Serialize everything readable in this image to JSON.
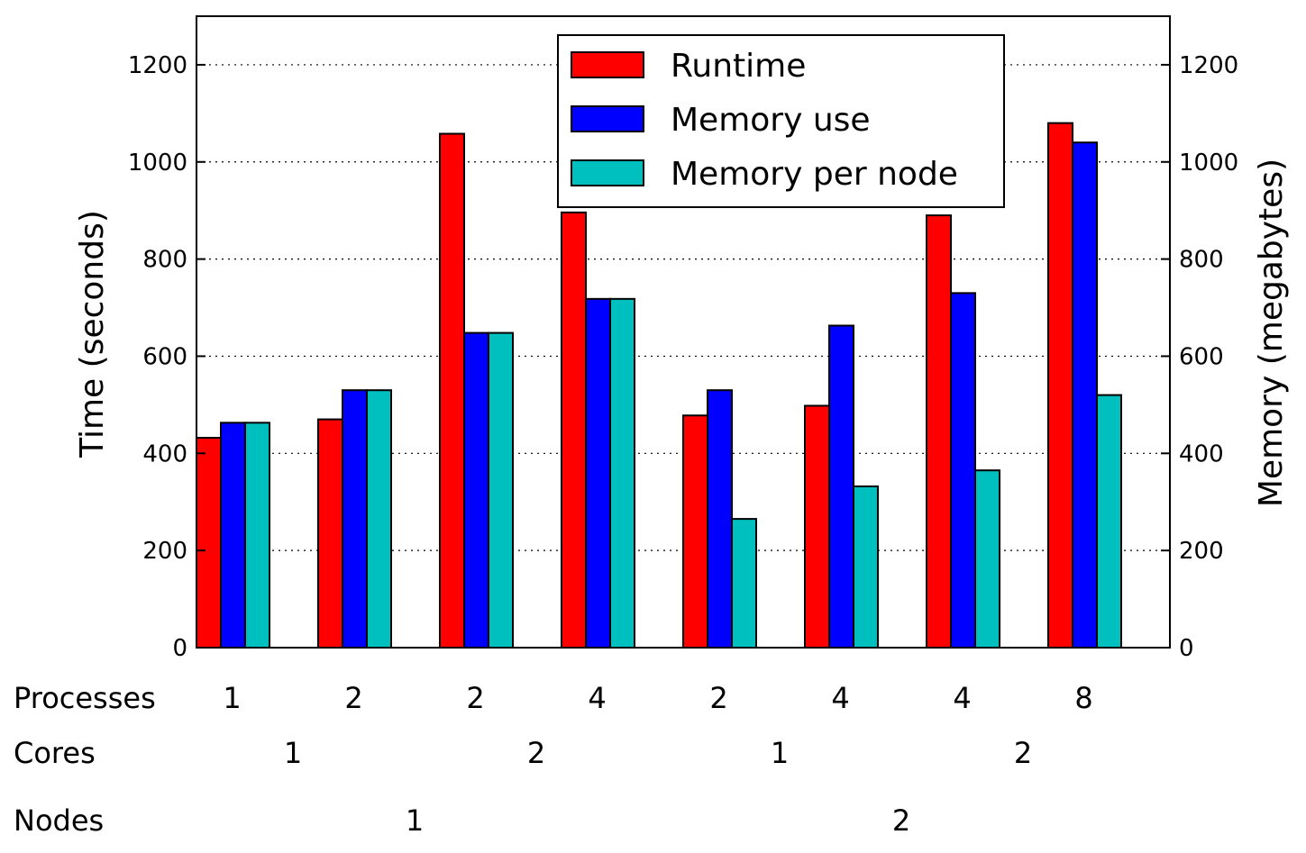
{
  "chart_data": {
    "type": "bar",
    "ylabel": "Time (seconds)",
    "y2label": "Memory (megabytes)",
    "ylim": [
      0,
      1300
    ],
    "y2lim": [
      0,
      1300
    ],
    "yticks": [
      0,
      200,
      400,
      600,
      800,
      1000,
      1200
    ],
    "y2ticks": [
      0,
      200,
      400,
      600,
      800,
      1000,
      1200
    ],
    "grid": "horizontal-dotted",
    "legend_position": "top-center",
    "series": [
      {
        "name": "Runtime",
        "color": "#ff0000",
        "axis": "left",
        "values": [
          432,
          470,
          1058,
          896,
          478,
          498,
          890,
          1080
        ]
      },
      {
        "name": "Memory use",
        "color": "#0000ff",
        "axis": "right",
        "values": [
          463,
          530,
          648,
          718,
          530,
          663,
          730,
          1040
        ]
      },
      {
        "name": "Memory per node",
        "color": "#00bfbf",
        "axis": "right",
        "values": [
          463,
          530,
          648,
          718,
          265,
          332,
          365,
          520
        ]
      }
    ],
    "category_rows": [
      {
        "label": "Processes",
        "values": [
          "1",
          "2",
          "2",
          "4",
          "2",
          "4",
          "4",
          "8"
        ]
      },
      {
        "label": "Cores",
        "values": [
          "1",
          "2",
          "1",
          "2"
        ]
      },
      {
        "label": "Nodes",
        "values": [
          "1",
          "2"
        ]
      }
    ]
  }
}
